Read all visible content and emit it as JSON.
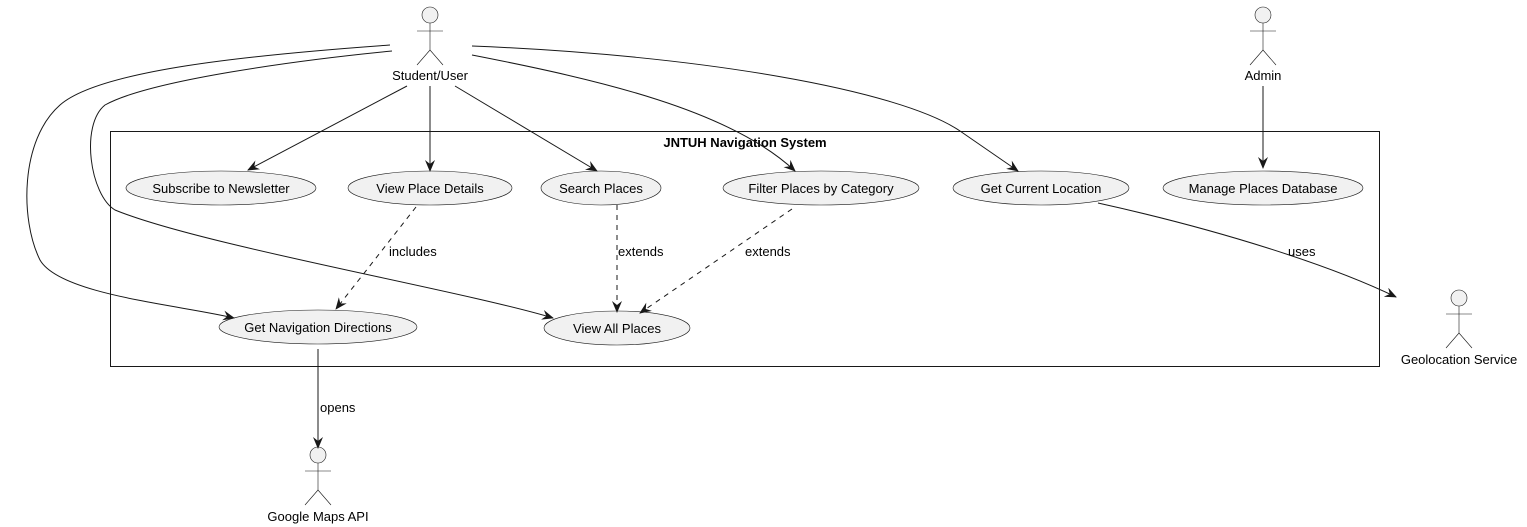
{
  "system": {
    "title": "JNTUH Navigation System"
  },
  "actors": {
    "student": "Student/User",
    "admin": "Admin",
    "geo": "Geolocation Service",
    "maps": "Google Maps API"
  },
  "usecases": {
    "newsletter": "Subscribe to Newsletter",
    "details": "View Place Details",
    "search": "Search Places",
    "filter": "Filter Places by Category",
    "location": "Get Current Location",
    "manage": "Manage Places Database",
    "navigation": "Get Navigation Directions",
    "all": "View All Places"
  },
  "edge_labels": {
    "includes": "includes",
    "extends_search": "extends",
    "extends_filter": "extends",
    "uses": "uses",
    "opens": "opens"
  }
}
